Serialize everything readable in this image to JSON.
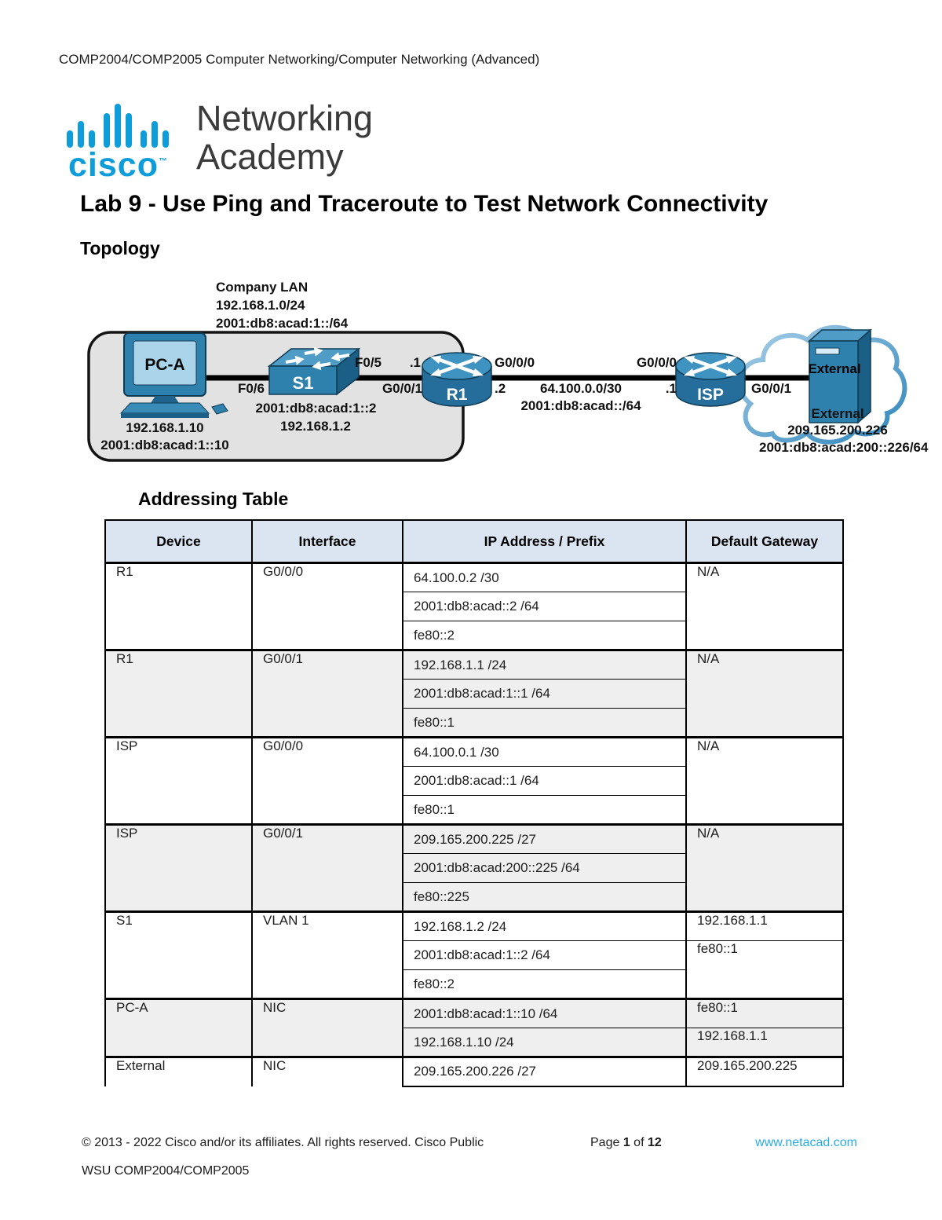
{
  "header": {
    "course_line": "COMP2004/COMP2005 Computer Networking/Computer Networking (Advanced)"
  },
  "logo": {
    "brand": "cisco",
    "tm": "™",
    "line1": "Networking",
    "line2": "Academy"
  },
  "title": "Lab 9 - Use Ping and Traceroute to Test Network Connectivity",
  "sections": {
    "topology": "Topology",
    "addressing": "Addressing Table"
  },
  "colors": {
    "brand_blue": "#0d9ddb",
    "link_blue": "#29abe2",
    "table_header_bg": "#dbe5f1",
    "device_blue": "#2e80ad",
    "lan_box_gray": "#e2e2e2"
  },
  "topology": {
    "company_lan": {
      "line1": "Company LAN",
      "line2": "192.168.1.0/24",
      "line3": "2001:db8:acad:1::/64"
    },
    "devices": {
      "pc": "PC-A",
      "switch": "S1",
      "router": "R1",
      "isp": "ISP",
      "external": "External"
    },
    "ports": {
      "f06": "F0/6",
      "f05": "F0/5",
      "dot1_r1": ".1",
      "g001_r1": "G0/0/1",
      "g000_r1": "G0/0/0",
      "dot2_r1": ".2",
      "g000_isp": "G0/0/0",
      "dot1_isp": ".1",
      "g001_isp": "G0/0/1"
    },
    "wan": {
      "net_v4": "64.100.0.0/30",
      "net_v6": "2001:db8:acad::/64"
    },
    "pc_addrs": {
      "v4": "192.168.1.10",
      "v6": "2001:db8:acad:1::10"
    },
    "s1_addrs": {
      "v6": "2001:db8:acad:1::2",
      "v4": "192.168.1.2"
    },
    "external_addrs": {
      "name": "External",
      "v4": "209.165.200.226",
      "v6": "2001:db8:acad:200::226/64"
    }
  },
  "table": {
    "headers": [
      "Device",
      "Interface",
      "IP Address / Prefix",
      "Default Gateway"
    ],
    "rows": [
      {
        "device": "R1",
        "interface": "G0/0/0",
        "ips": [
          "64.100.0.2 /30",
          "2001:db8:acad::2 /64",
          "fe80::2"
        ],
        "gateways": [
          "N/A"
        ]
      },
      {
        "device": "R1",
        "interface": "G0/0/1",
        "ips": [
          "192.168.1.1 /24",
          "2001:db8:acad:1::1 /64",
          "fe80::1"
        ],
        "gateways": [
          "N/A"
        ]
      },
      {
        "device": "ISP",
        "interface": "G0/0/0",
        "ips": [
          "64.100.0.1 /30",
          "2001:db8:acad::1 /64",
          "fe80::1"
        ],
        "gateways": [
          "N/A"
        ]
      },
      {
        "device": "ISP",
        "interface": "G0/0/1",
        "ips": [
          "209.165.200.225 /27",
          "2001:db8:acad:200::225 /64",
          "fe80::225"
        ],
        "gateways": [
          "N/A"
        ]
      },
      {
        "device": "S1",
        "interface": "VLAN 1",
        "ips": [
          "192.168.1.2 /24",
          "2001:db8:acad:1::2 /64",
          "fe80::2"
        ],
        "gateways": [
          "192.168.1.1",
          "fe80::1"
        ]
      },
      {
        "device": "PC-A",
        "interface": "NIC",
        "ips": [
          "2001:db8:acad:1::10 /64",
          "192.168.1.10 /24"
        ],
        "gateways": [
          "fe80::1",
          "192.168.1.1"
        ]
      },
      {
        "device": "External",
        "interface": "NIC",
        "ips": [
          "209.165.200.226 /27"
        ],
        "gateways": [
          "209.165.200.225"
        ]
      }
    ]
  },
  "footer": {
    "copyright": "© 2013 - 2022 Cisco and/or its affiliates. All rights reserved. Cisco Public",
    "page_word": "Page ",
    "page_num": "1",
    "of_word": " of ",
    "page_total": "12",
    "site": "www.netacad.com",
    "course": "WSU COMP2004/COMP2005"
  }
}
